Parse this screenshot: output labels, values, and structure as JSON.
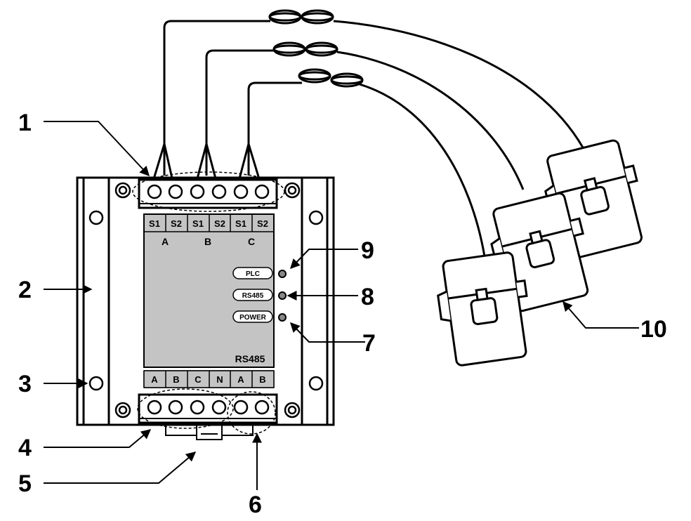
{
  "device": {
    "top_terminals": [
      "S1",
      "S2",
      "S1",
      "S2",
      "S1",
      "S2"
    ],
    "phases": [
      "A",
      "B",
      "C"
    ],
    "bottom_terminals": [
      "A",
      "B",
      "C",
      "N",
      "A",
      "B"
    ],
    "indicators": [
      "PLC",
      "RS485",
      "POWER"
    ],
    "panel_label": "RS485",
    "colors": {
      "line": "#000000",
      "panel": "#c4c4c4",
      "rail": "#ffffff"
    }
  },
  "callouts": [
    "1",
    "2",
    "3",
    "4",
    "5",
    "6",
    "7",
    "8",
    "9",
    "10"
  ]
}
